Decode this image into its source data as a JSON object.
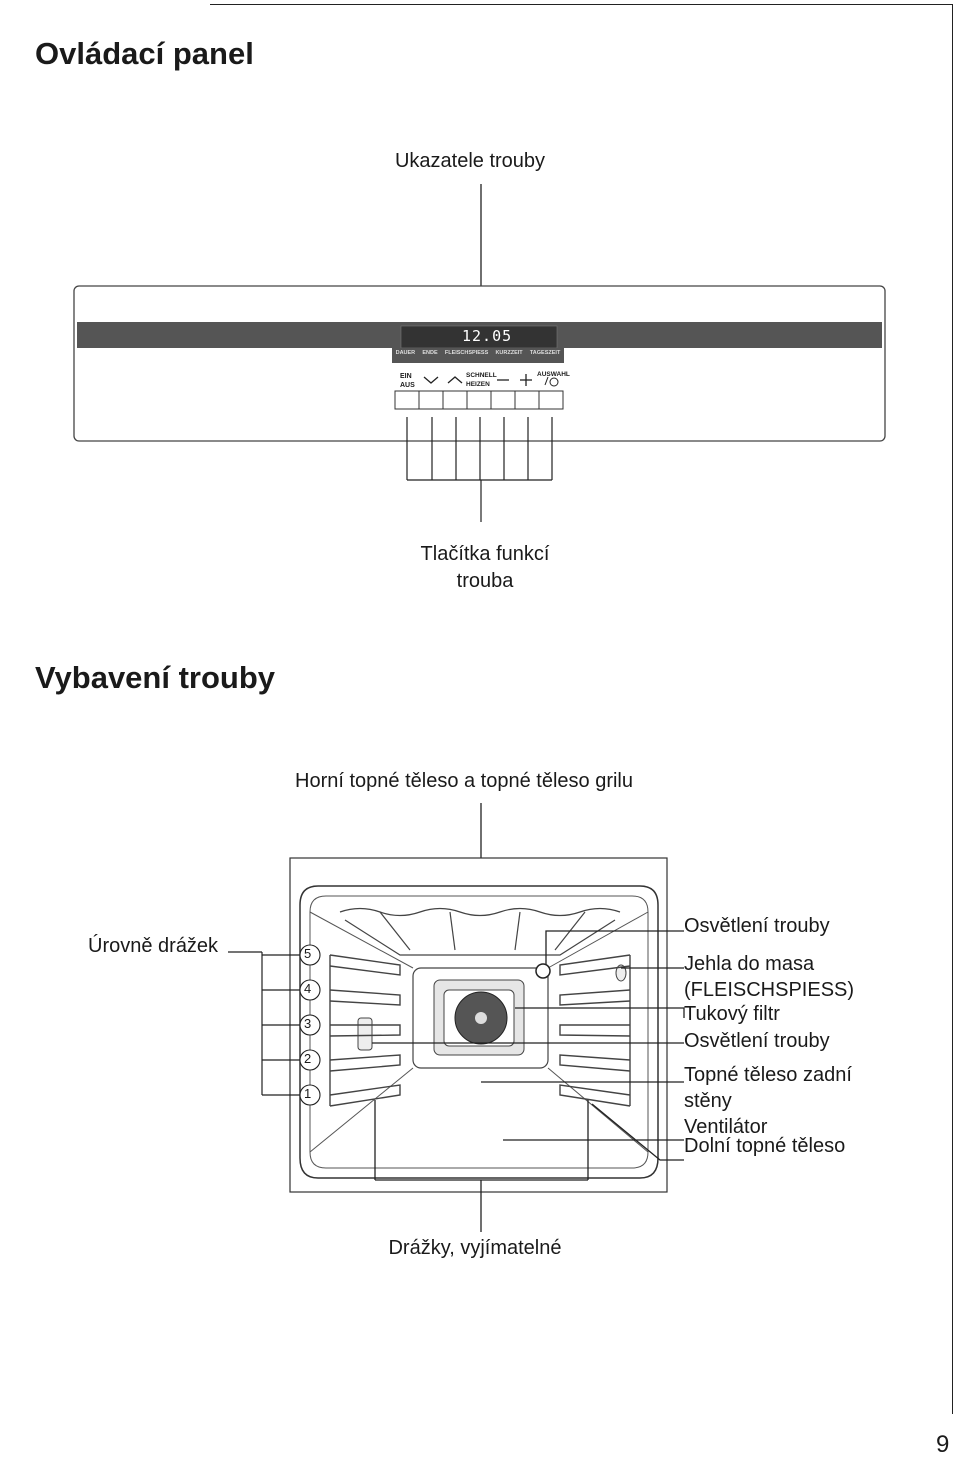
{
  "sections": {
    "control_panel_title": "Ovládací panel",
    "equipment_title": "Vybavení trouby"
  },
  "control_panel": {
    "label_indicators": "Ukazatele trouby",
    "label_buttons_line1": "Tlačítka funkcí",
    "label_buttons_line2": "trouba",
    "display_time": "12.05",
    "indicator_labels": [
      "DAUER",
      "ENDE",
      "FLEISCHSPIESS",
      "KURZZEIT",
      "TAGESZEIT"
    ],
    "button_labels": {
      "ein": "EIN",
      "aus": "AUS",
      "schnell": "SCHNELL",
      "heizen": "HEIZEN",
      "auswahl": "AUSWAHL"
    }
  },
  "oven": {
    "label_top_heating": "Horní topné těleso a topné těleso grilu",
    "label_levels": "Úrovně drážek",
    "level_numbers": [
      "5",
      "4",
      "3",
      "2",
      "1"
    ],
    "right_labels": {
      "lighting_1": "Osvětlení trouby",
      "meat_probe_1": "Jehla do masa",
      "meat_probe_2": "(FLEISCHSPIESS)",
      "grease_filter": "Tukový filtr",
      "lighting_2": "Osvětlení trouby",
      "rear_heating_1": "Topné těleso zadní",
      "rear_heating_2": "stěny",
      "fan": "Ventilátor",
      "bottom_heating": "Dolní topné těleso"
    },
    "label_rails": "Drážky, vyjímatelné"
  },
  "page_number": "9"
}
